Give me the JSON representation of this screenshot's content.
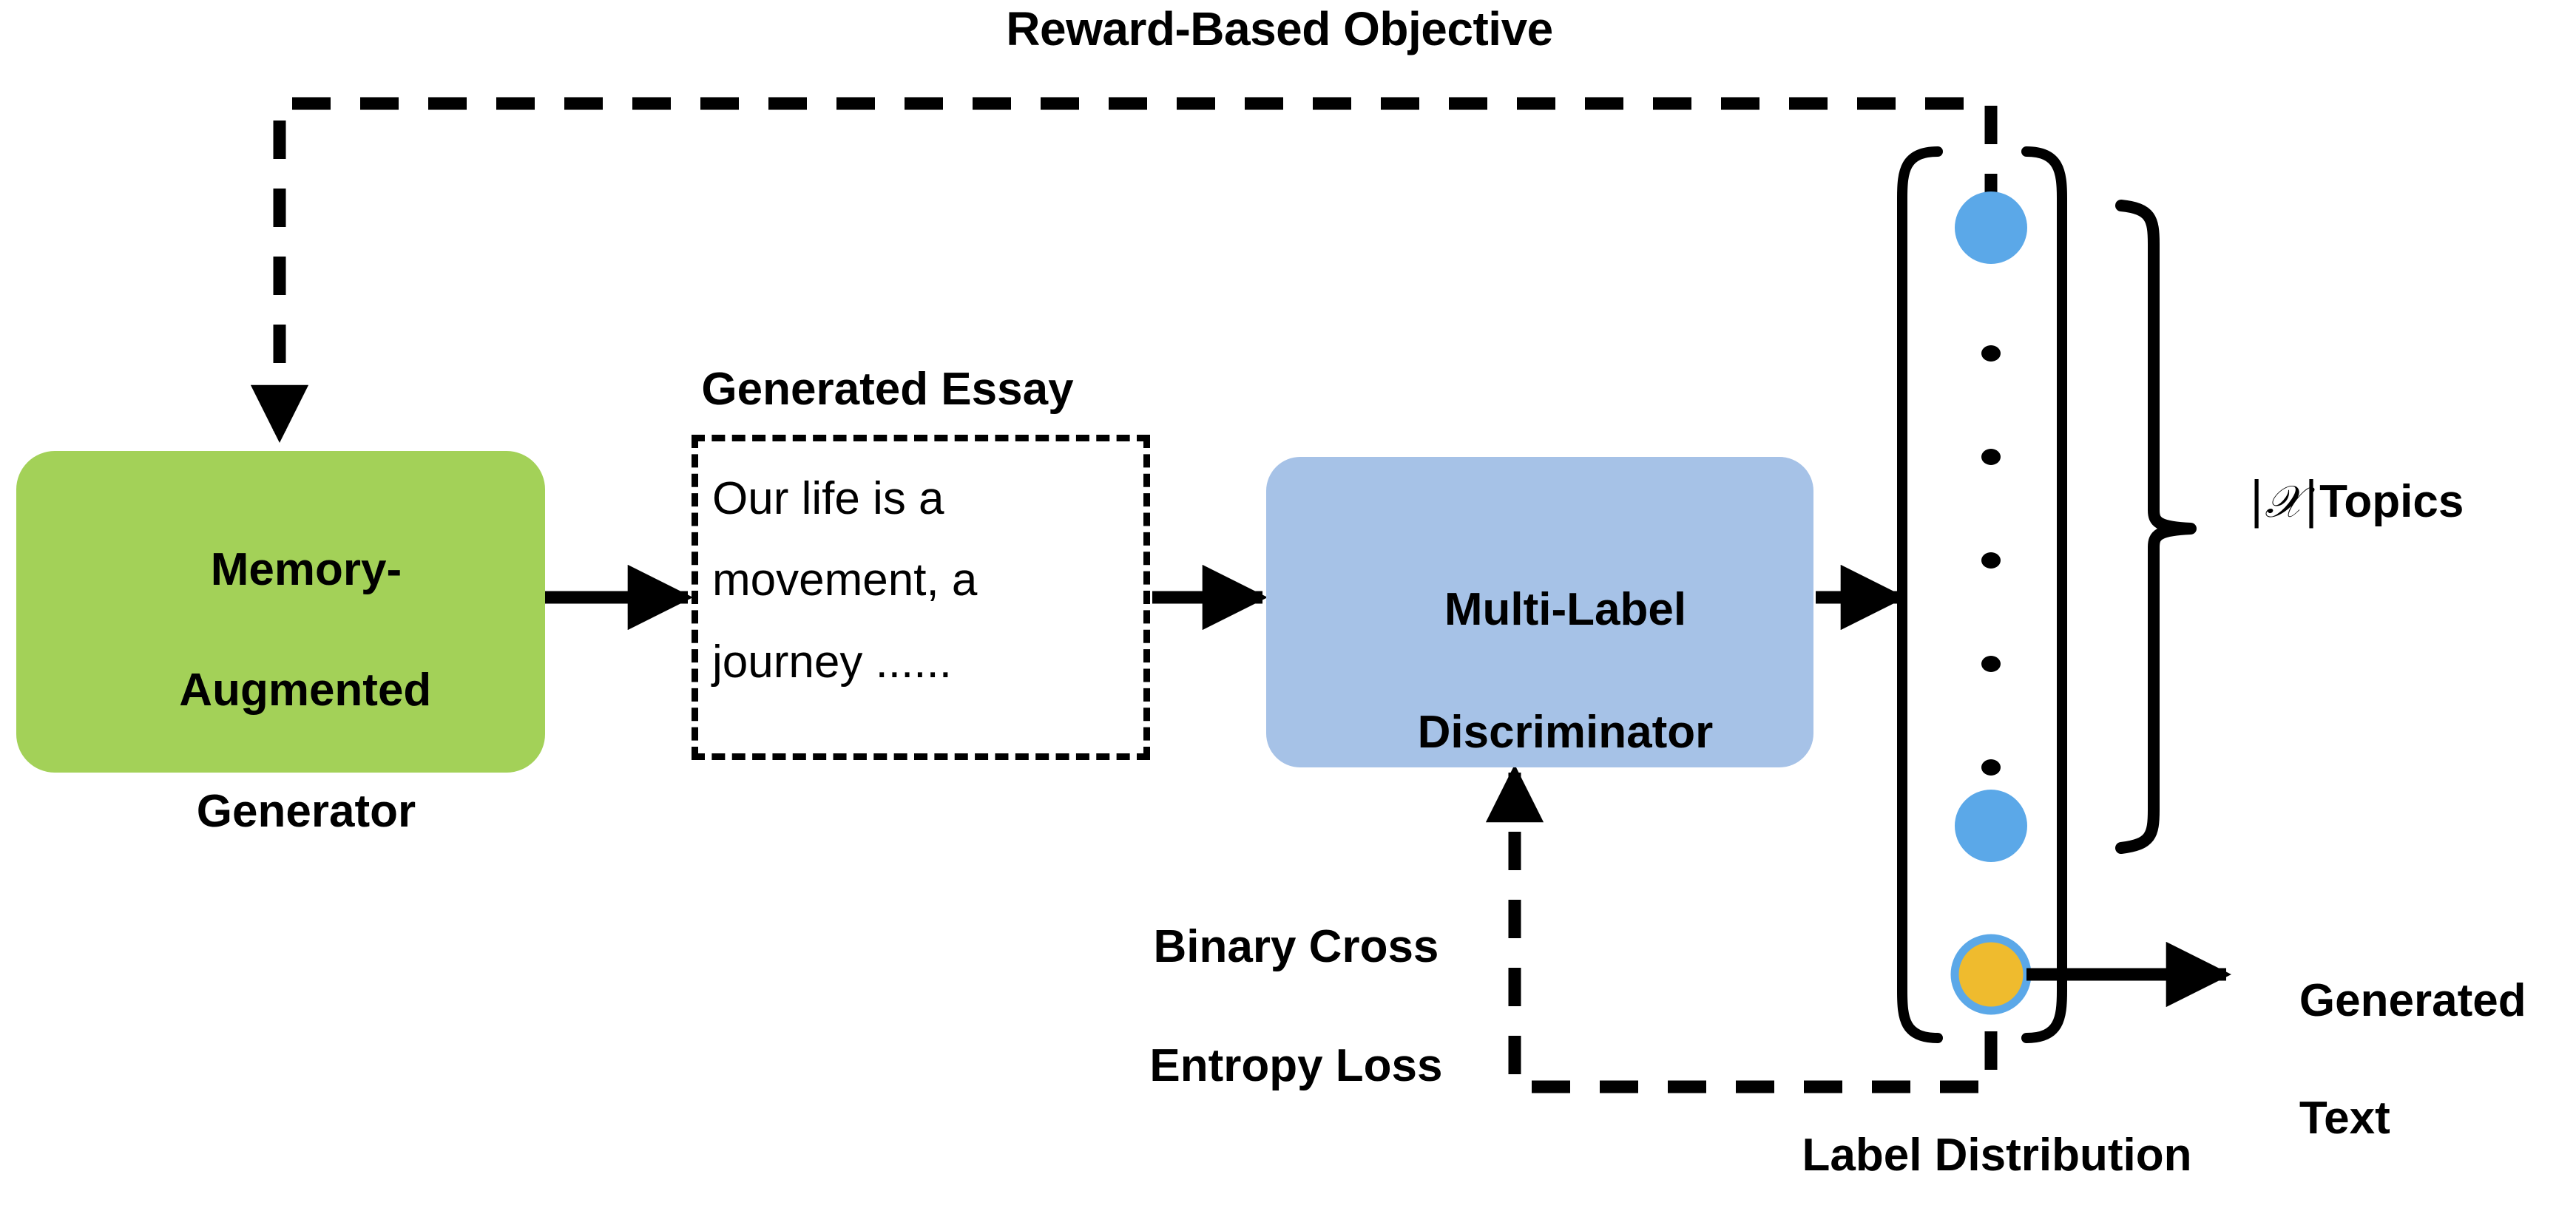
{
  "diagram": {
    "title": "Reward-Based Objective",
    "generator": {
      "label_line1": "Memory-",
      "label_line2": "Augmented",
      "label_line3": "Generator",
      "fill_color": "#A3D158"
    },
    "essay": {
      "caption": "Generated Essay",
      "line1": "Our  life  is  a",
      "line2": "movement,  a",
      "line3": "journey ......",
      "border_style": "dashed"
    },
    "discriminator": {
      "label_line1": "Multi-Label",
      "label_line2": "Discriminator",
      "fill_color": "#A6C2E7"
    },
    "label_distribution": {
      "caption": "Label Distribution",
      "nodes": [
        {
          "kind": "circle",
          "fill": "#5BA8E8",
          "stroke": "none"
        },
        {
          "kind": "dot"
        },
        {
          "kind": "dot"
        },
        {
          "kind": "dot"
        },
        {
          "kind": "dot"
        },
        {
          "kind": "dot"
        },
        {
          "kind": "circle",
          "fill": "#5BA8E8",
          "stroke": "none"
        },
        {
          "kind": "circle",
          "fill": "#EFBB2E",
          "stroke": "#5BA8E8"
        }
      ]
    },
    "topics": {
      "bar_left": "|",
      "symbol": "𝒳",
      "bar_right": "|",
      "word": "Topics"
    },
    "generated_text": {
      "line1": "Generated",
      "line2": "Text"
    },
    "bce_loss": {
      "line1": "Binary Cross",
      "line2": "Entropy Loss"
    },
    "colors": {
      "generator_green": "#A3D158",
      "discriminator_blue": "#A6C2E7",
      "node_blue": "#5BA8E8",
      "node_orange": "#EFBB2E",
      "stroke_black": "#000000"
    }
  }
}
